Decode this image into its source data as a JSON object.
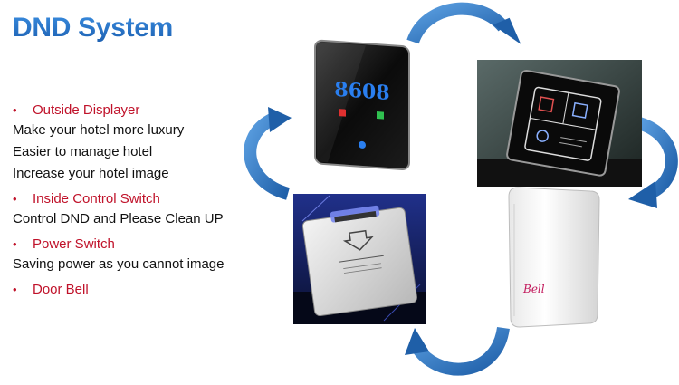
{
  "title": "DND System",
  "bullets": [
    {
      "heading": "Outside Displayer",
      "lines": [
        "Make your hotel more luxury",
        "Easier to manage hotel",
        "Increase your hotel image"
      ]
    },
    {
      "heading": "Inside Control Switch",
      "lines": [
        "Control DND and Please Clean UP"
      ]
    },
    {
      "heading": "Power Switch",
      "lines": [
        "Saving power as you cannot image"
      ]
    },
    {
      "heading": "Door Bell",
      "lines": []
    }
  ],
  "products": {
    "displayer_number": "8608",
    "bell_label": "Bell"
  },
  "colors": {
    "title": "#1f66bd",
    "accent_red": "#c0122a",
    "arrow_blue": "#2e6fb3"
  }
}
